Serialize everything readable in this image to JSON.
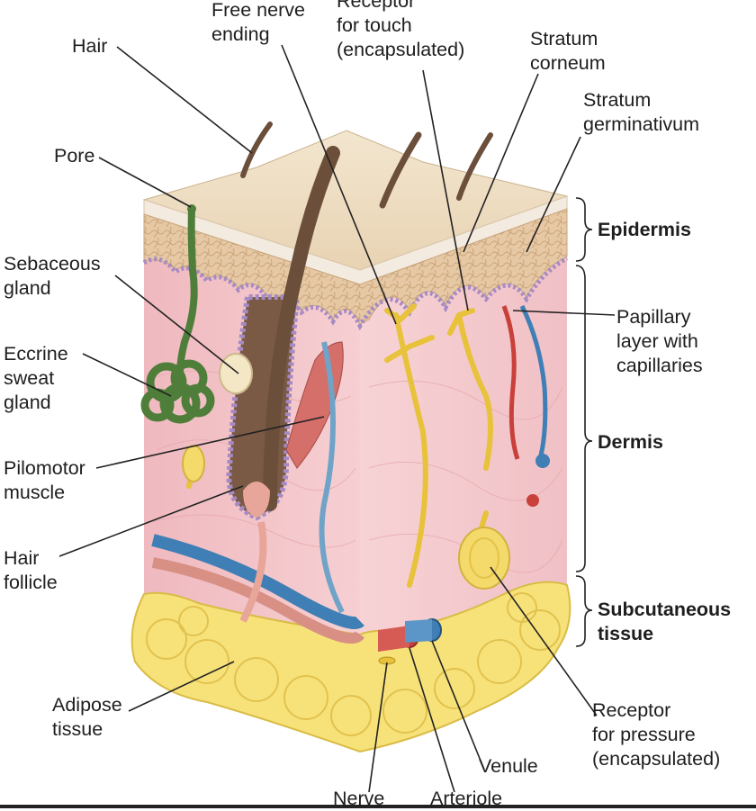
{
  "labels": {
    "hair": "Hair",
    "free_nerve_ending": "Free nerve\nending",
    "receptor_touch": "Receptor\nfor touch\n(encapsulated)",
    "stratum_corneum": "Stratum\ncorneum",
    "stratum_germinativum": "Stratum\ngerminativum",
    "pore": "Pore",
    "sebaceous_gland": "Sebaceous\ngland",
    "eccrine_sweat_gland": "Eccrine\nsweat\ngland",
    "pilomotor_muscle": "Pilomotor\nmuscle",
    "hair_follicle": "Hair\nfollicle",
    "adipose_tissue": "Adipose\ntissue",
    "nerve": "Nerve",
    "arteriole": "Arteriole",
    "venule": "Venule",
    "receptor_pressure": "Receptor\nfor pressure\n(encapsulated)",
    "papillary_layer": "Papillary\nlayer with\ncapillaries"
  },
  "layers": {
    "epidermis": "Epidermis",
    "dermis": "Dermis",
    "subcutaneous": "Subcutaneous\ntissue"
  },
  "colors": {
    "epidermis_top": "#f1e1c8",
    "dermis": "#f2c4c8",
    "adipose": "#f7e27a",
    "nerve": "#e7c23a",
    "artery": "#c9403a",
    "vein": "#3f7fb5",
    "sweat_gland": "#4f7e3a",
    "hair": "#6b4f3a"
  }
}
